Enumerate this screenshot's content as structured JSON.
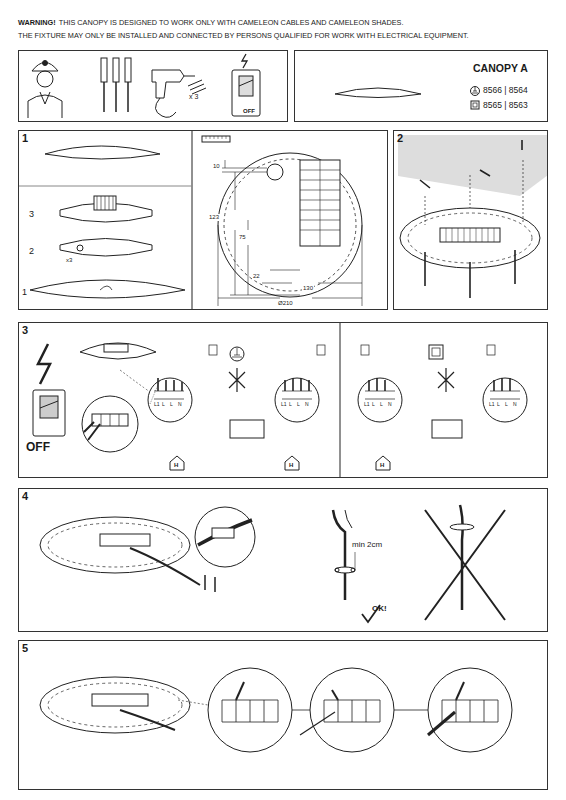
{
  "diagram": {
    "nodes": [
      {
        "text": [
          "x 3",
          "OFF"
        ]
      },
      {
        "text": [
          "CANOPY A",
          "8566 | 8564",
          "8565 | 8563"
        ]
      },
      {
        "text": [
          "1"
        ]
      },
      {
        "text": [
          "2"
        ]
      },
      {
        "text": [
          "3"
        ]
      },
      {
        "text": [
          "4"
        ]
      },
      {
        "text": [
          "5"
        ]
      }
    ],
    "labels": [
      "WARNING!",
      "THIS CANOPY IS DESIGNED TO WORK ONLY WITH CAMELEON CABLES AND CAMELEON SHADES.",
      "THE FIXTURE MAY ONLY BE INSTALLED AND CONNECTED BY PERSONS QUALIFIED FOR WORK WITH ELECTRICAL EQUIPMENT.",
      "3",
      "2",
      "x3",
      "1",
      "10",
      "123",
      "75",
      "22",
      "130",
      "Ø210",
      "OFF",
      "L1",
      "L",
      "L",
      "N",
      "L1",
      "L",
      "L",
      "N",
      "L1",
      "L",
      "L",
      "N",
      "L1",
      "L",
      "L",
      "N",
      "H",
      "H",
      "H",
      "min 2cm",
      "OK!"
    ]
  }
}
